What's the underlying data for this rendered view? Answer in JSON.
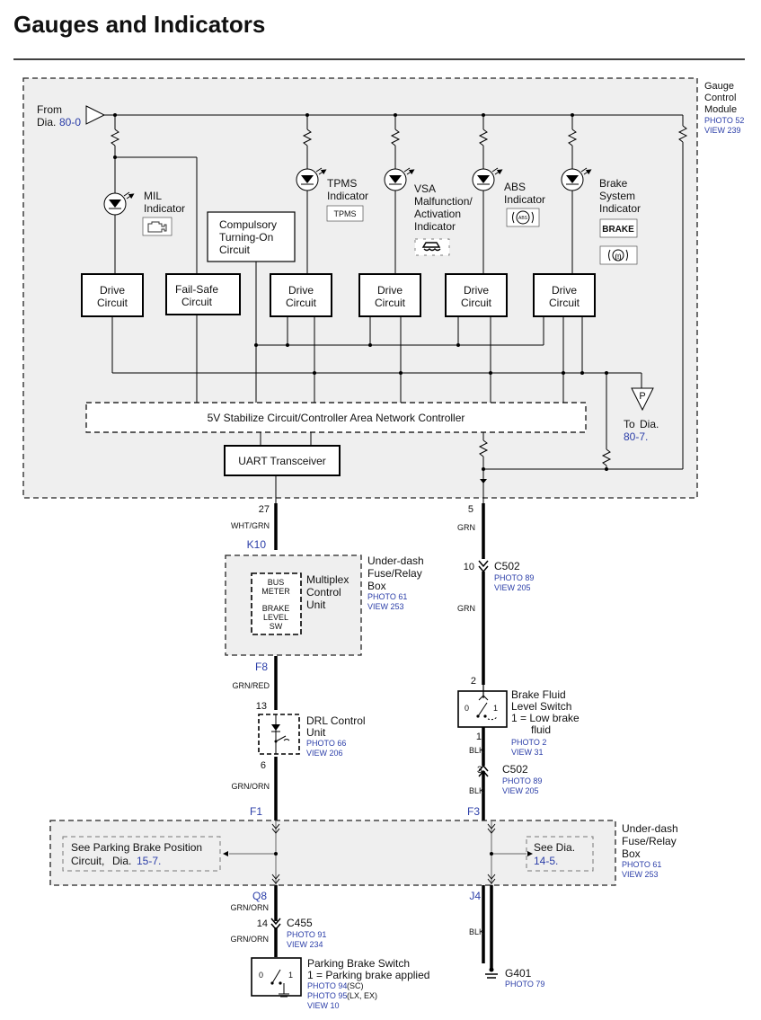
{
  "page": {
    "title": "Gauges and Indicators"
  },
  "gauge_module": {
    "name_lines": [
      "Gauge",
      "Control",
      "Module"
    ],
    "photo": "PHOTO 52",
    "view": "VIEW 239",
    "from_label": "From",
    "from_dia_prefix": "Dia.",
    "from_dia_ref": "80-0",
    "indicators": {
      "mil": {
        "lines": [
          "MIL",
          "Indicator"
        ]
      },
      "tpms": {
        "lines": [
          "TPMS",
          "Indicator"
        ],
        "badge": "TPMS"
      },
      "vsa": {
        "lines": [
          "VSA",
          "Malfunction/",
          "Activation",
          "Indicator"
        ]
      },
      "abs": {
        "lines": [
          "ABS",
          "Indicator"
        ],
        "badge": "ABS"
      },
      "brake": {
        "lines": [
          "Brake",
          "System",
          "Indicator"
        ],
        "badge": "BRAKE",
        "badge2": "(!)"
      }
    },
    "compulsory_lines": [
      "Compulsory",
      "Turning-On",
      "Circuit"
    ],
    "drive_circuit_lines": [
      "Drive",
      "Circuit"
    ],
    "failsafe_lines": [
      "Fail-Safe",
      "Circuit"
    ],
    "stabilize": "5V Stabilize Circuit/Controller Area Network Controller",
    "uart": "UART Transceiver",
    "to_label": "To",
    "to_dia_prefix": "Dia.",
    "to_dia_ref": "80-7.",
    "p_label": "P"
  },
  "left_path": {
    "pin_27": "27",
    "wire_wht_grn": "WHT/GRN",
    "k10": "K10",
    "fuse_box_lines": [
      "Under-dash",
      "Fuse/Relay",
      "Box"
    ],
    "fuse_photo": "PHOTO 61",
    "fuse_view": "VIEW 253",
    "bus_meter_lines": [
      "BUS",
      "METER"
    ],
    "brake_level_lines": [
      "BRAKE",
      "LEVEL",
      "SW"
    ],
    "multiplex_lines": [
      "Multiplex",
      "Control",
      "Unit"
    ],
    "f8": "F8",
    "wire_grn_red": "GRN/RED",
    "pin_13": "13",
    "drl_lines": [
      "DRL Control",
      "Unit"
    ],
    "drl_photo": "PHOTO 66",
    "drl_view": "VIEW 206",
    "pin_6": "6",
    "wire_grn_orn_1": "GRN/ORN",
    "f1": "F1",
    "see_parking_lines": [
      "See Parking Brake Position",
      "Circuit,"
    ],
    "see_parking_dia": "Dia.",
    "see_parking_ref": "15-7.",
    "q8": "Q8",
    "wire_grn_orn_2": "GRN/ORN",
    "pin_14": "14",
    "c455": "C455",
    "c455_photo": "PHOTO 91",
    "c455_view": "VIEW 234",
    "wire_grn_orn_3": "GRN/ORN",
    "parking_switch_lines": [
      "Parking Brake Switch",
      "1 = Parking brake applied"
    ],
    "parking_photo_sc": "PHOTO 94",
    "parking_sc": "(SC)",
    "parking_photo_lx": "PHOTO 95",
    "parking_lx": "(LX, EX)",
    "parking_view": "VIEW 10",
    "switch_pos_0": "0",
    "switch_pos_1": "1"
  },
  "right_path": {
    "pin_5": "5",
    "wire_grn_1": "GRN",
    "pin_10": "10",
    "c502": "C502",
    "c502_photo": "PHOTO 89",
    "c502_view": "VIEW 205",
    "wire_grn_2": "GRN",
    "pin_2": "2",
    "brake_fluid_lines": [
      "Brake Fluid",
      "Level Switch",
      "1 = Low brake",
      "fluid"
    ],
    "brake_fluid_photo": "PHOTO 2",
    "brake_fluid_view": "VIEW 31",
    "pin_1": "1",
    "wire_blk_1": "BLK",
    "pin_3": "3",
    "c502b": "C502",
    "c502b_photo": "PHOTO 89",
    "c502b_view": "VIEW 205",
    "wire_blk_2": "BLK",
    "f3": "F3",
    "fuse_box_lines": [
      "Under-dash",
      "Fuse/Relay",
      "Box"
    ],
    "fuse_photo": "PHOTO 61",
    "fuse_view": "VIEW 253",
    "see_dia": "See Dia.",
    "see_dia_ref": "14-5.",
    "j4": "J4",
    "wire_blk_3": "BLK",
    "g401": "G401",
    "g401_photo": "PHOTO 79",
    "switch_pos_0": "0",
    "switch_pos_1": "1"
  },
  "colors": {
    "module_fill": "#efefef",
    "ref_blue": "#2b3ea8",
    "wire": "#000000"
  }
}
